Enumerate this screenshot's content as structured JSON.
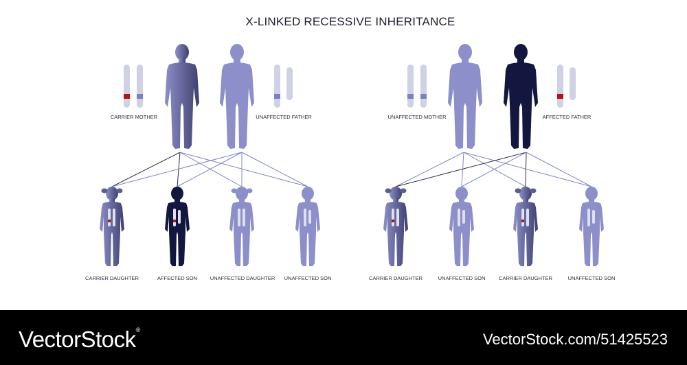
{
  "title": "X-LINKED RECESSIVE INHERITANCE",
  "left_family": {
    "mother_label": "CARRIER MOTHER",
    "father_label": "UNAFFECTED FATHER",
    "children": [
      "CARRIER DAUGHTER",
      "AFFECTED SON",
      "UNAFFECTED DAUGHTER",
      "UNAFFECTED SON"
    ]
  },
  "right_family": {
    "mother_label": "UNAFFECTED MOTHER",
    "father_label": "AFFECTED FATHER",
    "children": [
      "CARRIER DAUGHTER",
      "UNAFFECTED SON",
      "CARRIER DAUGHTER",
      "UNAFFECTED SON"
    ]
  },
  "footer": {
    "brand": "VectorStock",
    "brand_mark": "®",
    "image_id": "VectorStock.com/51425523"
  },
  "colors": {
    "unaffected": "#8c8fc9",
    "affected": "#13173f",
    "carrier_dark": "#4a4b78",
    "mutant_allele": "#b0151a",
    "normal_band": "#7d7fc4",
    "chromosome": "#cfd1e4",
    "line_dark": "#2b2b45",
    "line_light": "#7f84c9"
  }
}
